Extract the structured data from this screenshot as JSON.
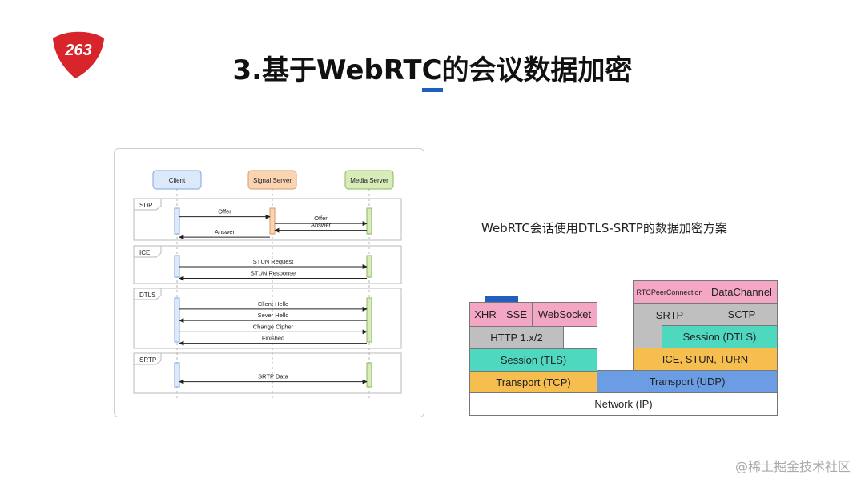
{
  "title": "3.基于WebRTC的会议数据加密",
  "logo_text": "263",
  "caption": "WebRTC会话使用DTLS-SRTP的数据加密方案",
  "watermark": "@稀土掘金技术社区",
  "colors": {
    "accent_blue": "#1f5fbf",
    "logo_red": "#d8242b",
    "client": "#dbe9fb",
    "signal": "#fbd4b4",
    "media": "#d8ecb9",
    "pink": "#f4a6c5",
    "gray": "#bfbfbf",
    "teal": "#4fd8c0",
    "orange": "#f6bd4f",
    "blue": "#6a9de3"
  },
  "sequence": {
    "participants": [
      "Client",
      "Signal Server",
      "Media Server"
    ],
    "sections": [
      {
        "label": "SDP",
        "messages": [
          {
            "text": "Offer",
            "from": 0,
            "to": 1
          },
          {
            "text": "Offer",
            "from": 1,
            "to": 2
          },
          {
            "text": "Answer",
            "from": 2,
            "to": 1
          },
          {
            "text": "Answer",
            "from": 1,
            "to": 0
          }
        ]
      },
      {
        "label": "ICE",
        "messages": [
          {
            "text": "STUN Request",
            "from": 0,
            "to": 2
          },
          {
            "text": "STUN Response",
            "from": 2,
            "to": 0
          }
        ]
      },
      {
        "label": "DTLS",
        "messages": [
          {
            "text": "Client Hello",
            "from": 0,
            "to": 2
          },
          {
            "text": "Sever Hello",
            "from": 2,
            "to": 0
          },
          {
            "text": "Change Cipher",
            "from": 0,
            "to": 2
          },
          {
            "text": "Finished",
            "from": 2,
            "to": 0
          }
        ]
      },
      {
        "label": "SRTP",
        "messages": [
          {
            "text": "SRTP Data",
            "from": 0,
            "to": 2,
            "both": true
          }
        ]
      }
    ]
  },
  "stack": {
    "xhr": "XHR",
    "sse": "SSE",
    "websocket": "WebSocket",
    "http": "HTTP 1.x/2",
    "session_tls": "Session (TLS)",
    "transport_tcp": "Transport (TCP)",
    "network": "Network (IP)",
    "rtcpeer": "RTCPeerConnection",
    "datachannel": "DataChannel",
    "srtp": "SRTP",
    "sctp": "SCTP",
    "session_dtls": "Session (DTLS)",
    "ice": "ICE, STUN, TURN",
    "transport_udp": "Transport (UDP)"
  }
}
